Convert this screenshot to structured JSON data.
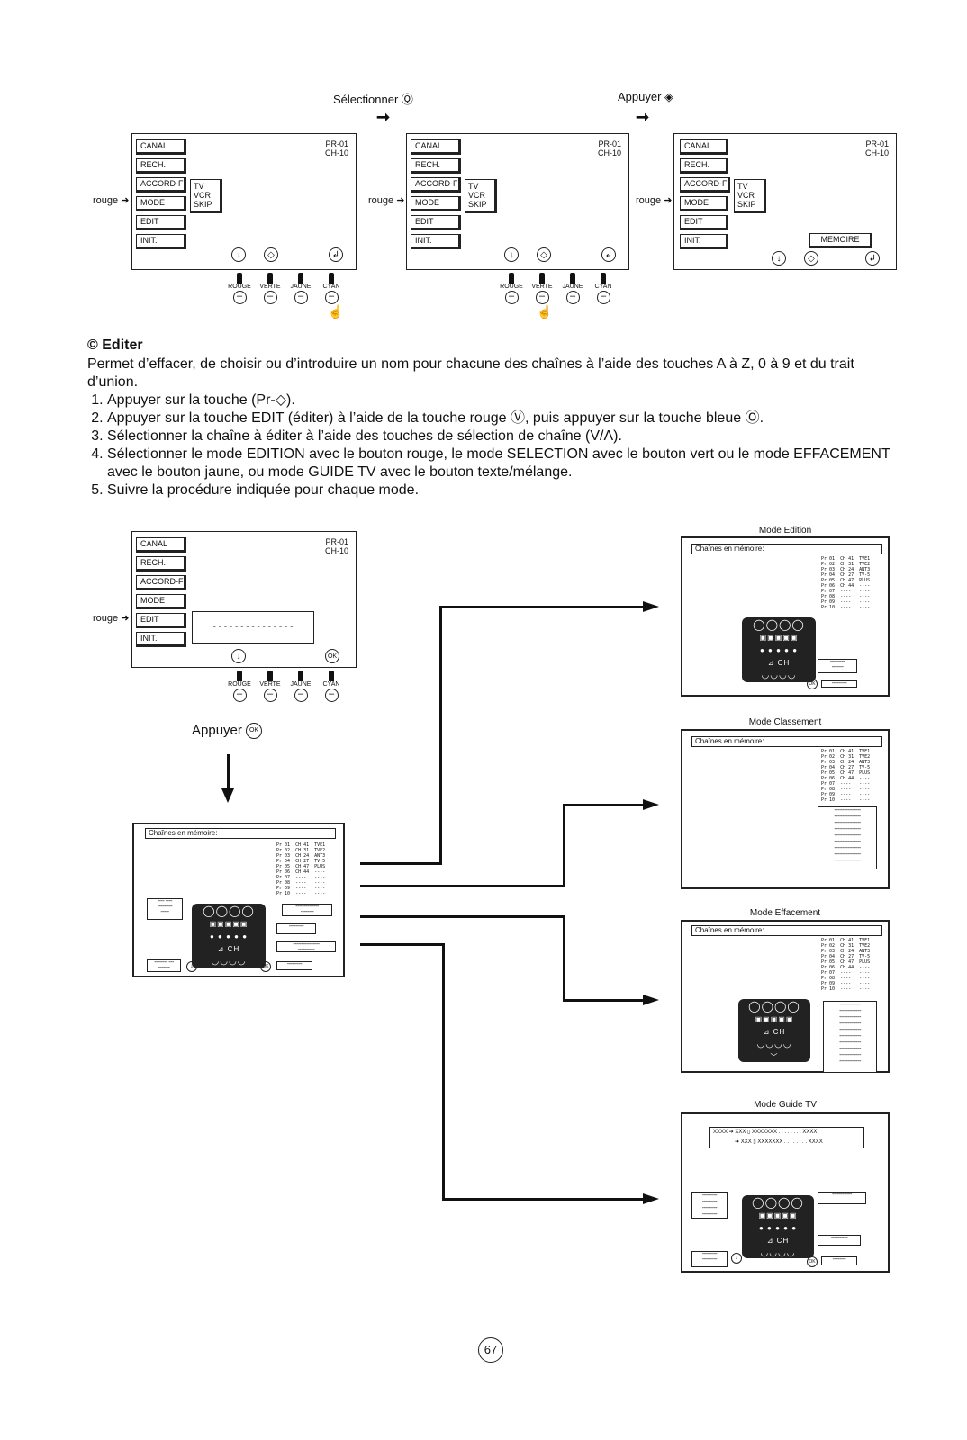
{
  "top": {
    "select_label": "Sélectionner",
    "select_symbol": "Ⓠ",
    "press_label": "Appuyer",
    "press_symbol": "◈",
    "rouge": "rouge",
    "menu": [
      "CANAL",
      "RECH.",
      "ACCORD-F",
      "MODE",
      "EDIT",
      "INIT."
    ],
    "sub": [
      "TV",
      "VCR",
      "SKIP"
    ],
    "pr": "PR-01",
    "ch": "CH-10",
    "memoire": "MEMOIRE",
    "keys": [
      "ROUGE",
      "VERTE",
      "JAUNE",
      "CYAN"
    ]
  },
  "editer": {
    "title": "Editer",
    "title_symbol": "©",
    "intro": "Permet d’effacer, de choisir ou d’introduire un nom pour chacune des chaînes à l’aide des touches A à Z, 0 à 9 et du trait d’union.",
    "steps": [
      "Appuyer sur la touche (Pr-◇).",
      "Appuyer sur la touche EDIT (éditer) à l’aide de la touche rouge Ⓥ, puis appuyer sur la touche bleue Ⓞ.",
      "Sélectionner la chaîne à éditer à l’aide des touches de sélection de chaîne (V/Λ).",
      "Sélectionner le mode EDITION avec le bouton rouge, le mode SELECTION avec le bouton vert ou le mode EFFACEMENT avec le bouton jaune, ou mode GUIDE TV avec le bouton texte/mélange.",
      "Suivre la procédure indiquée pour chaque mode."
    ]
  },
  "lower": {
    "press_ok": "Appuyer",
    "ok_symbol": "OK",
    "dashes": "- - - - - - - - - - - - - - -",
    "memory_header": "Chaînes en mémoire:",
    "channel_table": "Pr 01  CH 41  TVE1\nPr 02  CH 31  TVE2\nPr 03  CH 24  ANT3\nPr 04  CH 27  TV-5\nPr 05  CH 47  PLUS\nPr 06  CH 44  ----\nPr 07  ----   ----\nPr 08  ----   ----\nPr 09  ----   ----\nPr 10  ----   ----",
    "remote_row1": "◯◯◯◯",
    "remote_row2": "▣▣▣▣▣",
    "remote_row3": "● ● ● ● ●",
    "remote_ch": "⊿    CH",
    "remote_row4": "◡◡◡◡",
    "remote_chev": "﹀",
    "modes": [
      "Mode Edition",
      "Mode Classement",
      "Mode Effacement",
      "Mode Guide TV"
    ],
    "guide_row1": "XXXX  ➔ XXX ▯ XXXXXXX . . . . . . . . XXXX",
    "guide_row2": "➔ XXX ▯ XXXXXXX . . . . . . . . XXXX"
  },
  "page_number": "67"
}
